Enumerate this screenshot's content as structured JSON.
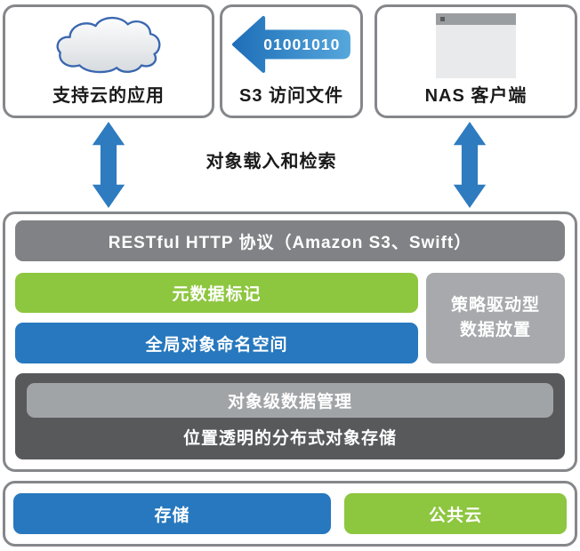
{
  "top_row": {
    "cloud_app": {
      "label": "支持云的应用",
      "icon": "cloud-icon"
    },
    "s3_access": {
      "label": "S3 访问文件",
      "arrow_text": "01001010",
      "icon": "binary-arrow-icon"
    },
    "nas_client": {
      "label": "NAS 客户端",
      "icon": "window-icon"
    }
  },
  "middle": {
    "label": "对象载入和检索"
  },
  "main": {
    "restful_bar": "RESTful HTTP 协议（Amazon S3、Swift）",
    "metadata_bar": "元数据标记",
    "namespace_bar": "全局对象命名空间",
    "policy_line1": "策略驱动型",
    "policy_line2": "数据放置",
    "object_mgmt_bar": "对象级数据管理",
    "distributed_label": "位置透明的分布式对象存储"
  },
  "bottom": {
    "storage_bar": "存储",
    "public_cloud_bar": "公共云"
  },
  "colors": {
    "blue": "#2778BE",
    "green": "#8DC63F",
    "gray_bar": "#808285",
    "gray_policy": "#A7A9AC",
    "gray_dark": "#58595B",
    "gray_inner_bar": "#A1A4A7",
    "border_gray": "#85878A",
    "arrow_blue": "#2E7BC0",
    "cloud_outline_blue": "#3A67B0"
  }
}
